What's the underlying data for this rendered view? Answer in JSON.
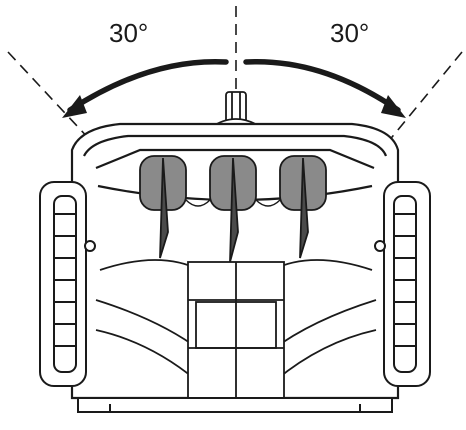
{
  "diagram": {
    "left_angle_label": "30°",
    "right_angle_label": "30°",
    "subject_icon": "snow-thrower-chute-rotation",
    "colors": {
      "line": "#1a1a1a",
      "chute": "#8a8a8a",
      "background": "#ffffff"
    }
  }
}
